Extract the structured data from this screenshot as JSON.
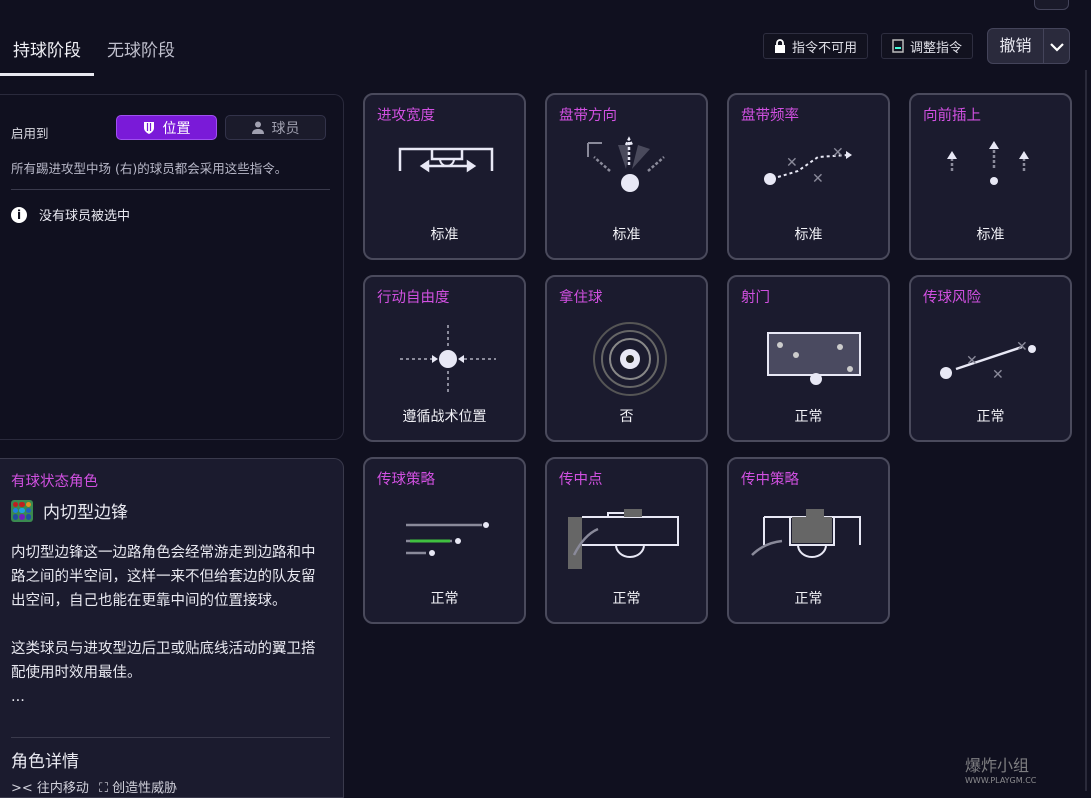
{
  "tabs": [
    {
      "label": "持球阶段",
      "active": true
    },
    {
      "label": "无球阶段",
      "active": false
    }
  ],
  "toolbar": {
    "instructions_unavailable": "指令不可用",
    "adjust_instructions": "调整指令",
    "undo": "撤销"
  },
  "apply": {
    "label": "启用到",
    "position": "位置",
    "player": "球员",
    "description": "所有踢进攻型中场 (右)的球员都会采用这些指令。",
    "no_player": "没有球员被选中"
  },
  "role": {
    "heading": "有球状态角色",
    "name": "内切型边锋",
    "description": "内切型边锋这一边路角色会经常游走到边路和中路之间的半空间，这样一来不但给套边的队友留出空间，自己也能在更靠中间的位置接球。\n\n这类球员与进攻型边后卫或贴底线活动的翼卫搭配使用时效用最佳。\n...",
    "details_heading": "角色详情",
    "traits": [
      "往内移动",
      "创造性威胁"
    ]
  },
  "cards": [
    {
      "title": "进攻宽度",
      "value": "标准",
      "icon": "pitch-width-icon"
    },
    {
      "title": "盘带方向",
      "value": "标准",
      "icon": "dribble-direction-icon"
    },
    {
      "title": "盘带频率",
      "value": "标准",
      "icon": "dribble-frequency-icon"
    },
    {
      "title": "向前插上",
      "value": "标准",
      "icon": "forward-runs-icon"
    },
    {
      "title": "行动自由度",
      "value": "遵循战术位置",
      "icon": "freedom-icon"
    },
    {
      "title": "拿住球",
      "value": "否",
      "icon": "hold-ball-icon"
    },
    {
      "title": "射门",
      "value": "正常",
      "icon": "shooting-icon"
    },
    {
      "title": "传球风险",
      "value": "正常",
      "icon": "passing-risk-icon"
    },
    {
      "title": "传球策略",
      "value": "正常",
      "icon": "passing-strategy-icon"
    },
    {
      "title": "传中点",
      "value": "正常",
      "icon": "cross-target-icon"
    },
    {
      "title": "传中策略",
      "value": "正常",
      "icon": "cross-strategy-icon"
    }
  ],
  "watermark": {
    "text": "爆炸小组",
    "url": "WWW.PLAYGM.CC"
  },
  "colors": {
    "accent": "#7a1ad8",
    "title": "#d050e0",
    "card": "#1b1b2e",
    "background": "#10101f"
  }
}
